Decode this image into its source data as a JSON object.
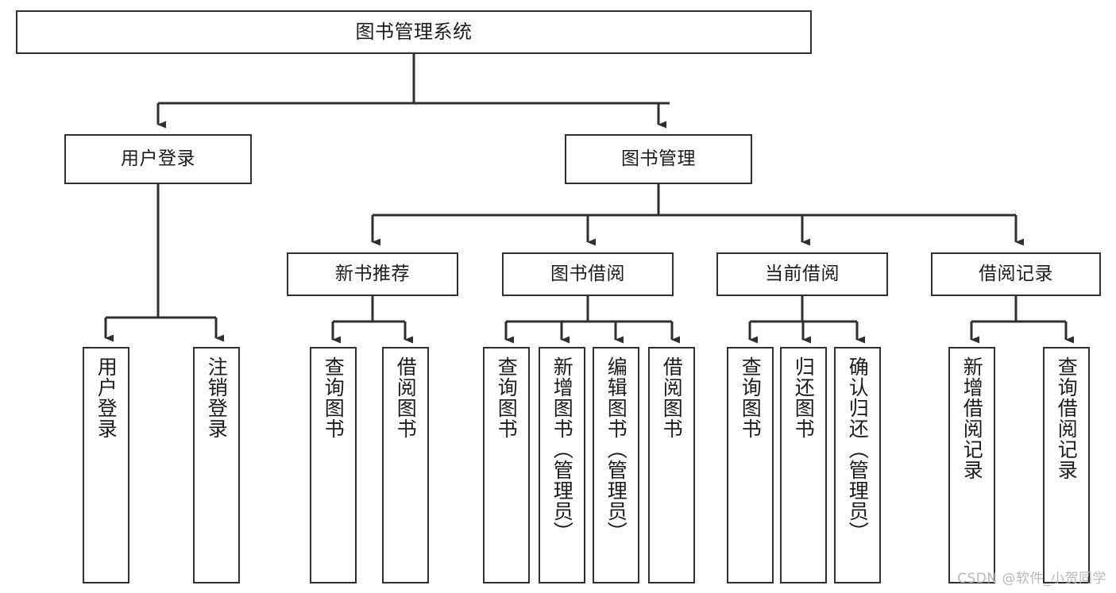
{
  "diagram": {
    "type": "tree",
    "title": "图书管理系统",
    "watermark": "CSDN @软件_小贺同学",
    "style": {
      "box_border_color": "#2f2f2f",
      "box_fill_color": "#ffffff",
      "edge_color": "#2f2f2f",
      "text_color": "#1b1b1b",
      "background": "#ffffff",
      "watermark_color": "#b8b8b8"
    },
    "nodes": {
      "root": {
        "label": "图书管理系统"
      },
      "level2": [
        {
          "id": "user-login",
          "label": "用户登录"
        },
        {
          "id": "book-manage",
          "label": "图书管理"
        }
      ],
      "level3": [
        {
          "id": "new-book-recommend",
          "label": "新书推荐"
        },
        {
          "id": "book-borrow",
          "label": "图书借阅"
        },
        {
          "id": "current-borrow",
          "label": "当前借阅"
        },
        {
          "id": "borrow-record",
          "label": "借阅记录"
        }
      ],
      "leaves": {
        "user-login": [
          {
            "id": "leaf-user-login",
            "label": "用户登录"
          },
          {
            "id": "leaf-logout-login",
            "label": "注销登录"
          }
        ],
        "new-book-recommend": [
          {
            "id": "leaf-query-book-1",
            "label": "查询图书"
          },
          {
            "id": "leaf-borrow-book-1",
            "label": "借阅图书"
          }
        ],
        "book-borrow": [
          {
            "id": "leaf-query-book-2",
            "label": "查询图书"
          },
          {
            "id": "leaf-add-book",
            "label": "新增图书（管理员）"
          },
          {
            "id": "leaf-edit-book",
            "label": "编辑图书（管理员）"
          },
          {
            "id": "leaf-borrow-book-2",
            "label": "借阅图书"
          }
        ],
        "current-borrow": [
          {
            "id": "leaf-query-book-3",
            "label": "查询图书"
          },
          {
            "id": "leaf-return-book",
            "label": "归还图书"
          },
          {
            "id": "leaf-confirm-return",
            "label": "确认归还（管理员）"
          }
        ],
        "borrow-record": [
          {
            "id": "leaf-add-record",
            "label": "新增借阅记录"
          },
          {
            "id": "leaf-query-record",
            "label": "查询借阅记录"
          }
        ]
      }
    },
    "edges": [
      {
        "from": "root",
        "to": "user-login"
      },
      {
        "from": "root",
        "to": "book-manage"
      },
      {
        "from": "user-login",
        "to": "leaf-user-login"
      },
      {
        "from": "user-login",
        "to": "leaf-logout-login"
      },
      {
        "from": "book-manage",
        "to": "new-book-recommend"
      },
      {
        "from": "book-manage",
        "to": "book-borrow"
      },
      {
        "from": "book-manage",
        "to": "current-borrow"
      },
      {
        "from": "book-manage",
        "to": "borrow-record"
      },
      {
        "from": "new-book-recommend",
        "to": "leaf-query-book-1"
      },
      {
        "from": "new-book-recommend",
        "to": "leaf-borrow-book-1"
      },
      {
        "from": "book-borrow",
        "to": "leaf-query-book-2"
      },
      {
        "from": "book-borrow",
        "to": "leaf-add-book"
      },
      {
        "from": "book-borrow",
        "to": "leaf-edit-book"
      },
      {
        "from": "book-borrow",
        "to": "leaf-borrow-book-2"
      },
      {
        "from": "current-borrow",
        "to": "leaf-query-book-3"
      },
      {
        "from": "current-borrow",
        "to": "leaf-return-book"
      },
      {
        "from": "current-borrow",
        "to": "leaf-confirm-return"
      },
      {
        "from": "borrow-record",
        "to": "leaf-add-record"
      },
      {
        "from": "borrow-record",
        "to": "leaf-query-record"
      }
    ]
  }
}
